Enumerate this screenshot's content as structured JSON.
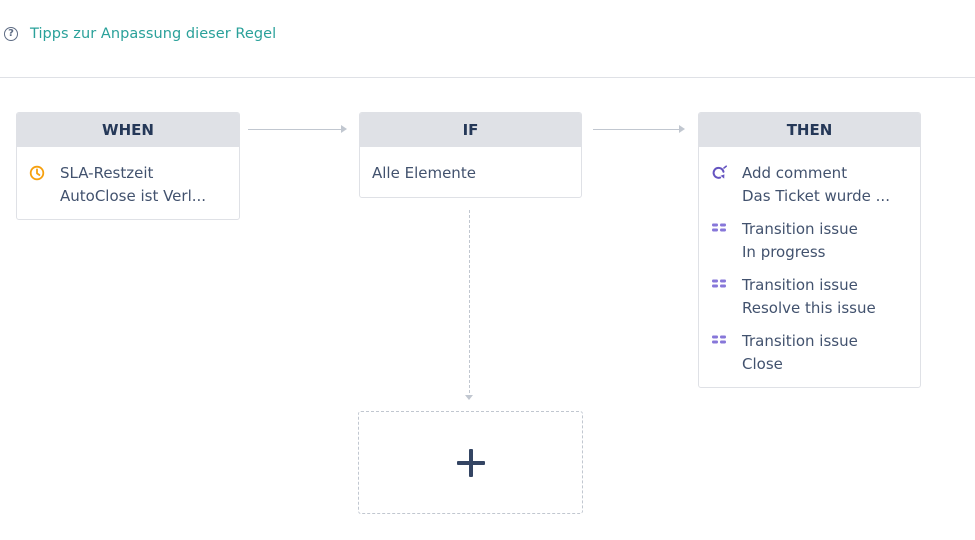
{
  "tips": {
    "icon": "help-icon",
    "icon_glyph": "?",
    "link_text": "Tipps zur Anpassung dieser Regel",
    "link_color": "#2aa19a"
  },
  "when": {
    "title": "WHEN",
    "trigger": {
      "icon": "clock-icon",
      "icon_color": "#f6a00e",
      "line1": "SLA-Restzeit",
      "line2": "AutoClose ist Verl..."
    }
  },
  "if": {
    "title": "IF",
    "condition": "Alle Elemente"
  },
  "then": {
    "title": "THEN",
    "actions": [
      {
        "icon": "comment-icon",
        "title": "Add comment",
        "detail": "Das Ticket wurde ..."
      },
      {
        "icon": "transition-icon",
        "title": "Transition issue",
        "detail": "In progress"
      },
      {
        "icon": "transition-icon",
        "title": "Transition issue",
        "detail": "Resolve this issue"
      },
      {
        "icon": "transition-icon",
        "title": "Transition issue",
        "detail": "Close"
      }
    ],
    "action_icon_color": "#6554c0"
  },
  "add_step": {
    "icon": "plus-icon"
  }
}
